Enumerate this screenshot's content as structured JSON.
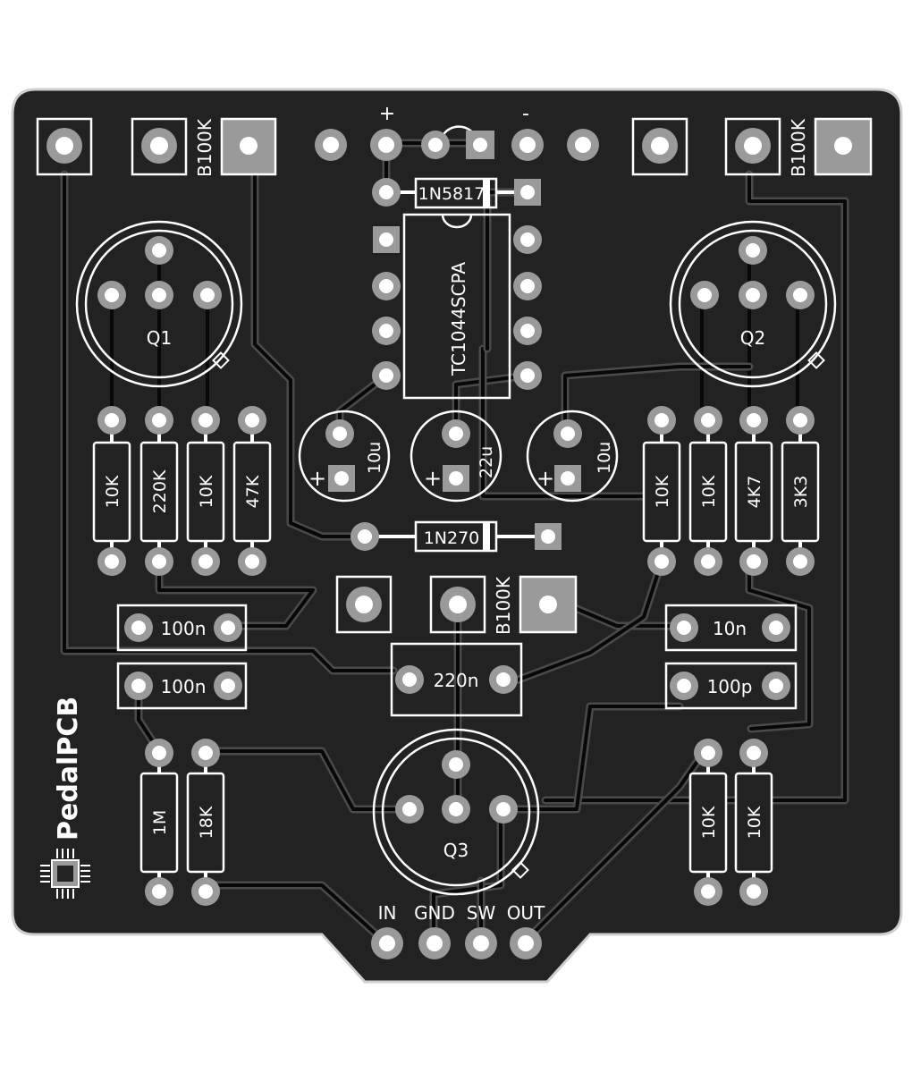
{
  "brand": "PedalPCB",
  "power": {
    "plus": "+",
    "minus": "-"
  },
  "pots": [
    {
      "id": "pot-left",
      "value": "B100K"
    },
    {
      "id": "pot-right",
      "value": "B100K"
    },
    {
      "id": "pot-center",
      "value": "B100K"
    }
  ],
  "ic": {
    "label": "TC1044SCPA"
  },
  "diodes": [
    {
      "label": "1N5817"
    },
    {
      "label": "1N270"
    }
  ],
  "transistors": [
    {
      "label": "Q1"
    },
    {
      "label": "Q2"
    },
    {
      "label": "Q3"
    }
  ],
  "electrolytics": [
    {
      "value": "10u"
    },
    {
      "value": "22u"
    },
    {
      "value": "10u"
    }
  ],
  "resistors": {
    "left_group": [
      "10K",
      "220K",
      "10K",
      "47K"
    ],
    "right_group": [
      "10K",
      "10K",
      "4K7",
      "3K3"
    ],
    "bottom_left": [
      "1M",
      "18K"
    ],
    "bottom_right": [
      "10K",
      "10K"
    ]
  },
  "capacitors": {
    "left_top": "100n",
    "left_bottom": "100n",
    "right_top": "10n",
    "right_bottom": "100p",
    "center": "220n"
  },
  "connector": [
    "IN",
    "GND",
    "SW",
    "OUT"
  ],
  "colors": {
    "board": "#222222",
    "silkscreen": "#ffffff",
    "copper_pad": "#9a9a9a",
    "drill": "#ffffff"
  }
}
